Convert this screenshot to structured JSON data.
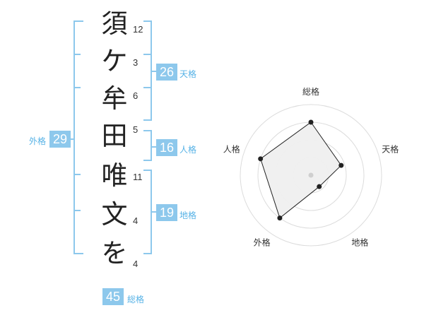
{
  "name": {
    "characters": [
      "須",
      "ケ",
      "牟",
      "田",
      "唯",
      "文",
      "を"
    ],
    "strokes": [
      "12",
      "3",
      "6",
      "5",
      "11",
      "4",
      "4"
    ]
  },
  "fortune": {
    "ten": {
      "label": "天格",
      "value": "26"
    },
    "jin": {
      "label": "人格",
      "value": "16"
    },
    "chi": {
      "label": "地格",
      "value": "19"
    },
    "gai": {
      "label": "外格",
      "value": "29"
    },
    "so": {
      "label": "総格",
      "value": "45"
    }
  },
  "colors": {
    "accent": "#8dc8ec",
    "accent_text": "#56b2e6"
  },
  "chart_data": {
    "type": "radar",
    "axes": [
      "総格",
      "天格",
      "地格",
      "外格",
      "人格"
    ],
    "values": [
      0.75,
      0.45,
      0.2,
      0.75,
      0.75
    ],
    "max": 1,
    "rings": 4,
    "grid": true
  }
}
